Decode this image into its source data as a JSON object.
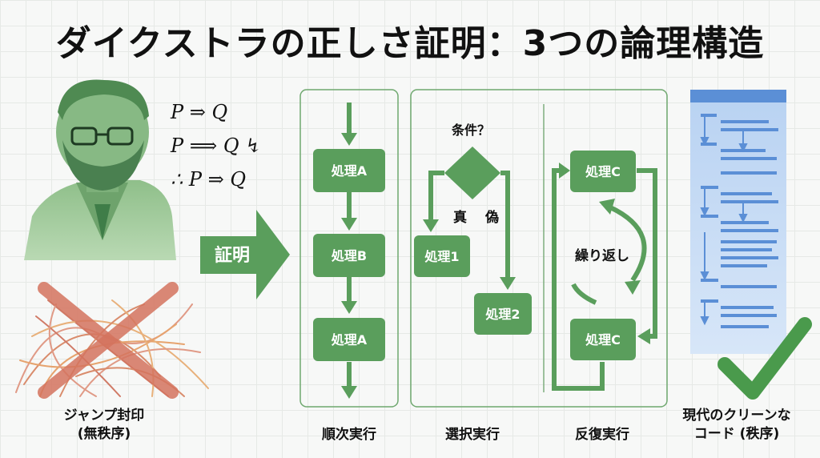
{
  "title": "ダイクストラの正しさ証明：3つの論理構造",
  "formulas": [
    "P ⇒ Q",
    "P ⟹ Q ↯",
    "∴ P ⇒ Q"
  ],
  "proof_arrow_label": "証明",
  "jump_caption": [
    "ジャンプ封印",
    "(無秩序)"
  ],
  "sequence": {
    "boxes": [
      "処理A",
      "処理B",
      "処理A"
    ],
    "caption": "順次実行"
  },
  "selection": {
    "condition": "条件？",
    "true_label": "真",
    "false_label": "偽",
    "box1": "処理1",
    "box2": "処理2",
    "caption": "選択実行"
  },
  "iteration": {
    "box_top": "処理C",
    "box_bottom": "処理C",
    "loop_label": "繰り返し",
    "caption": "反復実行"
  },
  "clean_code_caption": [
    "現代のクリーンな",
    "コード (秩序)"
  ],
  "colors": {
    "green": "#5a9e5c",
    "green_dark": "#3f8443",
    "red": "#d4735e",
    "blue": "#5b8fd6",
    "blue_bg": "#c9dcf4"
  }
}
